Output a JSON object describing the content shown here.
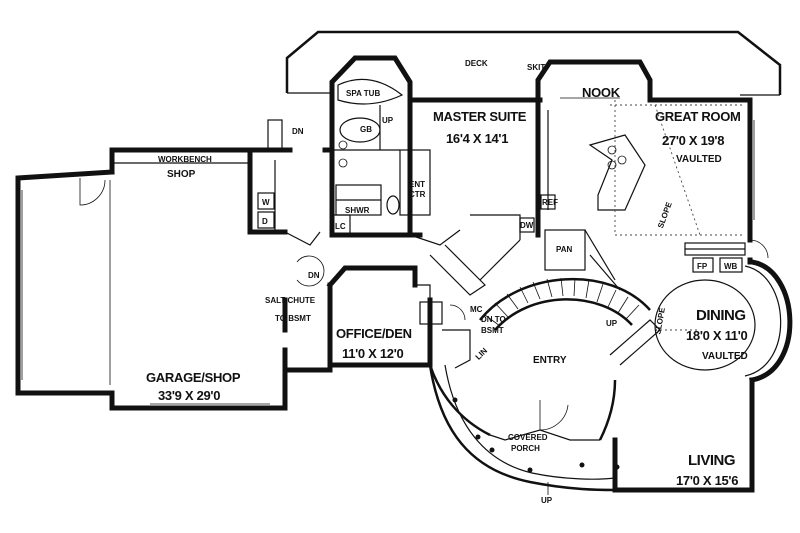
{
  "rooms": {
    "deck": "DECK",
    "skit": "SKIT",
    "nook": "NOOK",
    "great_room": "GREAT ROOM",
    "great_room_size": "27'0 X 19'8",
    "great_room_note": "VAULTED",
    "master_suite": "MASTER SUITE",
    "master_suite_size": "16'4 X 14'1",
    "spa_tub": "SPA TUB",
    "gb": "GB",
    "up_master": "UP",
    "dn_top": "DN",
    "workbench": "WORKBENCH",
    "shop": "SHOP",
    "ent_ctr_1": "ENT",
    "ent_ctr_2": "CTR",
    "shwr": "SHWR",
    "lc": "LC",
    "w": "W",
    "d": "D",
    "pan": "PAN",
    "dw": "DW",
    "ref": "REF",
    "slope_great": "SLOPE",
    "fp": "FP",
    "wb": "WB",
    "dn_laundry": "DN",
    "salt_chute_1": "SALT CHUTE",
    "salt_chute_2": "TO BSMT",
    "office": "OFFICE/DEN",
    "office_size": "11'0 X 12'0",
    "mc": "MC",
    "dn_bsmt_1": "DN TO",
    "dn_bsmt_2": "BSMT",
    "lin": "LIN",
    "dining": "DINING",
    "dining_size": "18'0 X 11'0",
    "dining_note": "VAULTED",
    "slope_dining": "SLOPE",
    "up_stair": "UP",
    "entry": "ENTRY",
    "garage": "GARAGE/SHOP",
    "garage_size": "33'9 X 29'0",
    "covered_porch_1": "COVERED",
    "covered_porch_2": "PORCH",
    "up_porch": "UP",
    "living": "LIVING",
    "living_size": "17'0 X 15'6"
  }
}
